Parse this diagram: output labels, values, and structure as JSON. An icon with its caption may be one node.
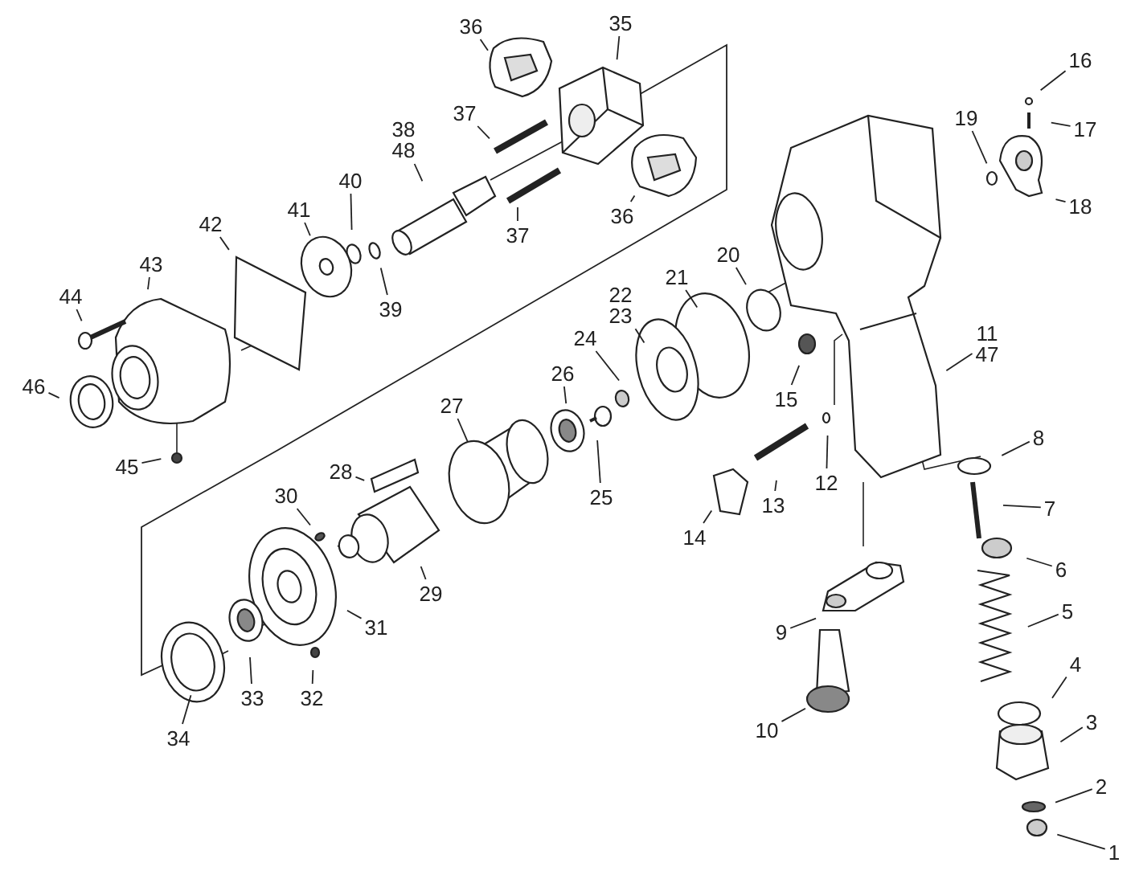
{
  "diagram": {
    "nodes": [
      {
        "text": [
          "1"
        ]
      },
      {
        "text": [
          "2"
        ]
      },
      {
        "text": [
          "3"
        ]
      },
      {
        "text": [
          "4"
        ]
      },
      {
        "text": [
          "5"
        ]
      },
      {
        "text": [
          "6"
        ]
      },
      {
        "text": [
          "7"
        ]
      },
      {
        "text": [
          "8"
        ]
      },
      {
        "text": [
          "9"
        ]
      },
      {
        "text": [
          "10"
        ]
      },
      {
        "text": [
          "11",
          "47"
        ]
      },
      {
        "text": [
          "12"
        ]
      },
      {
        "text": [
          "13"
        ]
      },
      {
        "text": [
          "14"
        ]
      },
      {
        "text": [
          "15"
        ]
      },
      {
        "text": [
          "16"
        ]
      },
      {
        "text": [
          "17"
        ]
      },
      {
        "text": [
          "18"
        ]
      },
      {
        "text": [
          "19"
        ]
      },
      {
        "text": [
          "20"
        ]
      },
      {
        "text": [
          "21"
        ]
      },
      {
        "text": [
          "22",
          "23"
        ]
      },
      {
        "text": [
          "24"
        ]
      },
      {
        "text": [
          "25"
        ]
      },
      {
        "text": [
          "26"
        ]
      },
      {
        "text": [
          "27"
        ]
      },
      {
        "text": [
          "28"
        ]
      },
      {
        "text": [
          "29"
        ]
      },
      {
        "text": [
          "30"
        ]
      },
      {
        "text": [
          "31"
        ]
      },
      {
        "text": [
          "32"
        ]
      },
      {
        "text": [
          "33"
        ]
      },
      {
        "text": [
          "34"
        ]
      },
      {
        "text": [
          "35"
        ]
      },
      {
        "text": [
          "36"
        ]
      },
      {
        "text": [
          "36"
        ]
      },
      {
        "text": [
          "37"
        ]
      },
      {
        "text": [
          "37"
        ]
      },
      {
        "text": [
          "38",
          "48"
        ]
      },
      {
        "text": [
          "39"
        ]
      },
      {
        "text": [
          "40"
        ]
      },
      {
        "text": [
          "41"
        ]
      },
      {
        "text": [
          "42"
        ]
      },
      {
        "text": [
          "43"
        ]
      },
      {
        "text": [
          "44"
        ]
      },
      {
        "text": [
          "45"
        ]
      },
      {
        "text": [
          "46"
        ]
      }
    ],
    "edges": [
      {
        "from": 0,
        "to": null,
        "arrow": "none"
      },
      {
        "from": 1,
        "to": null,
        "arrow": "none"
      },
      {
        "from": 2,
        "to": null,
        "arrow": "none"
      },
      {
        "from": 3,
        "to": null,
        "arrow": "none"
      },
      {
        "from": 4,
        "to": null,
        "arrow": "none"
      },
      {
        "from": 5,
        "to": null,
        "arrow": "none"
      },
      {
        "from": 6,
        "to": null,
        "arrow": "none"
      },
      {
        "from": 7,
        "to": null,
        "arrow": "none"
      },
      {
        "from": 8,
        "to": null,
        "arrow": "none"
      },
      {
        "from": 9,
        "to": null,
        "arrow": "none"
      },
      {
        "from": 10,
        "to": null,
        "arrow": "none"
      },
      {
        "from": 11,
        "to": null,
        "arrow": "none"
      },
      {
        "from": 12,
        "to": null,
        "arrow": "none"
      },
      {
        "from": 13,
        "to": null,
        "arrow": "none"
      },
      {
        "from": 14,
        "to": null,
        "arrow": "none"
      },
      {
        "from": 15,
        "to": null,
        "arrow": "none"
      },
      {
        "from": 16,
        "to": null,
        "arrow": "none"
      },
      {
        "from": 17,
        "to": null,
        "arrow": "none"
      },
      {
        "from": 18,
        "to": null,
        "arrow": "none"
      },
      {
        "from": 19,
        "to": null,
        "arrow": "none"
      },
      {
        "from": 20,
        "to": null,
        "arrow": "none"
      },
      {
        "from": 21,
        "to": null,
        "arrow": "none"
      },
      {
        "from": 22,
        "to": null,
        "arrow": "none"
      },
      {
        "from": 23,
        "to": null,
        "arrow": "none"
      },
      {
        "from": 24,
        "to": null,
        "arrow": "none"
      },
      {
        "from": 25,
        "to": null,
        "arrow": "none"
      },
      {
        "from": 26,
        "to": null,
        "arrow": "none"
      },
      {
        "from": 27,
        "to": null,
        "arrow": "none"
      },
      {
        "from": 28,
        "to": null,
        "arrow": "none"
      },
      {
        "from": 29,
        "to": null,
        "arrow": "none"
      },
      {
        "from": 30,
        "to": null,
        "arrow": "none"
      },
      {
        "from": 31,
        "to": null,
        "arrow": "none"
      },
      {
        "from": 32,
        "to": null,
        "arrow": "none"
      },
      {
        "from": 33,
        "to": null,
        "arrow": "none"
      },
      {
        "from": 34,
        "to": null,
        "arrow": "none"
      },
      {
        "from": 35,
        "to": null,
        "arrow": "none"
      },
      {
        "from": 36,
        "to": null,
        "arrow": "none"
      },
      {
        "from": 37,
        "to": null,
        "arrow": "none"
      },
      {
        "from": 38,
        "to": null,
        "arrow": "none"
      },
      {
        "from": 39,
        "to": null,
        "arrow": "none"
      },
      {
        "from": 40,
        "to": null,
        "arrow": "none"
      },
      {
        "from": 41,
        "to": null,
        "arrow": "none"
      },
      {
        "from": 42,
        "to": null,
        "arrow": "none"
      },
      {
        "from": 43,
        "to": null,
        "arrow": "none"
      },
      {
        "from": 44,
        "to": null,
        "arrow": "none"
      },
      {
        "from": 45,
        "to": null,
        "arrow": "none"
      },
      {
        "from": 46,
        "to": null,
        "arrow": "none"
      }
    ]
  }
}
